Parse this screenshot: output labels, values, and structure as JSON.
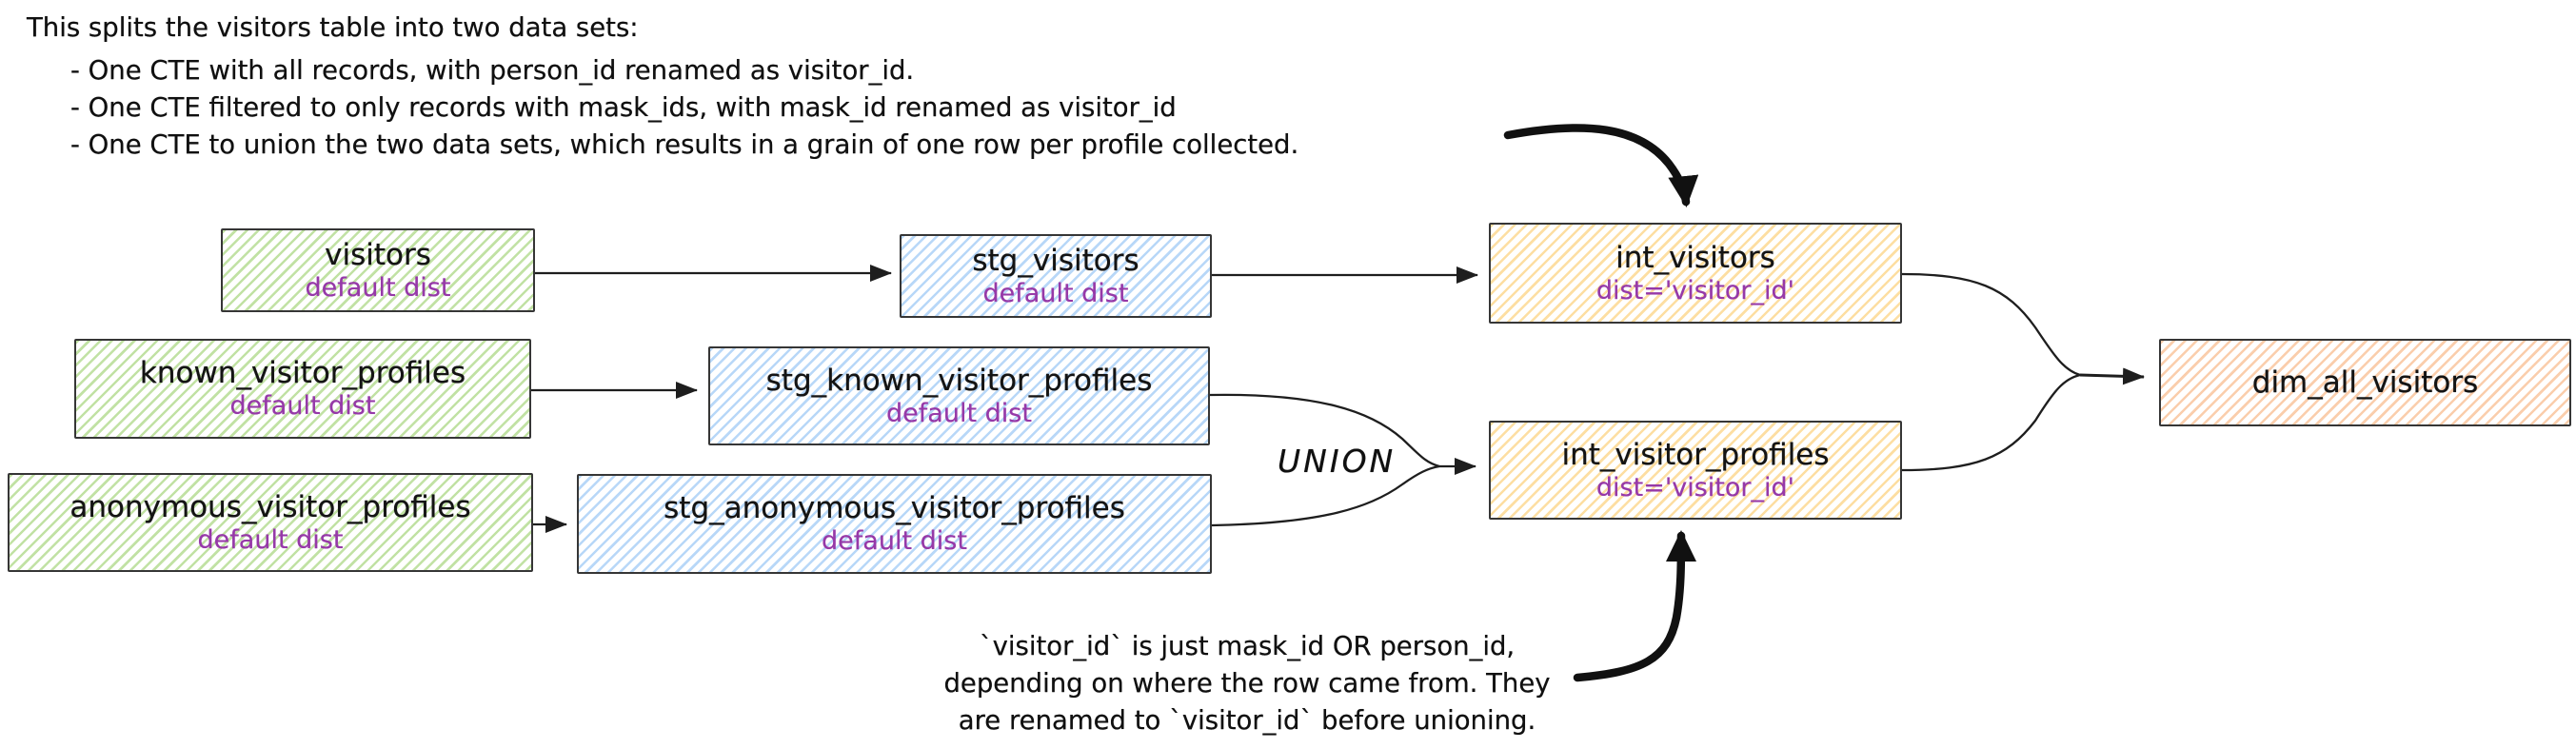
{
  "annotations": {
    "top_note": {
      "heading": "This splits the visitors table into two data sets:",
      "bullets": [
        "- One CTE with all records, with person_id renamed as visitor_id.",
        "- One CTE filtered to only records with mask_ids, with mask_id renamed as visitor_id",
        "- One CTE to union the two data sets, which results in a grain of one row per profile collected."
      ]
    },
    "bottom_note": {
      "lines": [
        "`visitor_id` is just mask_id OR person_id,",
        "depending on where the row came from. They",
        "are renamed to `visitor_id` before unioning."
      ]
    },
    "union_label": "UNION"
  },
  "nodes": {
    "visitors": {
      "title": "visitors",
      "subtitle": "default dist",
      "palette": "green"
    },
    "known_visitor_profiles": {
      "title": "known_visitor_profiles",
      "subtitle": "default dist",
      "palette": "green"
    },
    "anonymous_visitor_profiles": {
      "title": "anonymous_visitor_profiles",
      "subtitle": "default dist",
      "palette": "green"
    },
    "stg_visitors": {
      "title": "stg_visitors",
      "subtitle": "default dist",
      "palette": "blue"
    },
    "stg_known_visitor_profiles": {
      "title": "stg_known_visitor_profiles",
      "subtitle": "default dist",
      "palette": "blue"
    },
    "stg_anonymous_visitor_profiles": {
      "title": "stg_anonymous_visitor_profiles",
      "subtitle": "default dist",
      "palette": "blue"
    },
    "int_visitors": {
      "title": "int_visitors",
      "subtitle": "dist='visitor_id'",
      "palette": "yellow"
    },
    "int_visitor_profiles": {
      "title": "int_visitor_profiles",
      "subtitle": "dist='visitor_id'",
      "palette": "yellow"
    },
    "dim_all_visitors": {
      "title": "dim_all_visitors",
      "palette": "orange"
    }
  },
  "edges": [
    {
      "from": "visitors",
      "to": "stg_visitors"
    },
    {
      "from": "known_visitor_profiles",
      "to": "stg_known_visitor_profiles"
    },
    {
      "from": "anonymous_visitor_profiles",
      "to": "stg_anonymous_visitor_profiles"
    },
    {
      "from": "stg_visitors",
      "to": "int_visitors"
    },
    {
      "from": "stg_known_visitor_profiles",
      "to": "int_visitor_profiles",
      "label": "UNION"
    },
    {
      "from": "stg_anonymous_visitor_profiles",
      "to": "int_visitor_profiles",
      "label": "UNION"
    },
    {
      "from": "int_visitors",
      "to": "dim_all_visitors"
    },
    {
      "from": "int_visitor_profiles",
      "to": "dim_all_visitors"
    },
    {
      "from": "top_note",
      "to": "int_visitors",
      "style": "thick"
    },
    {
      "from": "bottom_note",
      "to": "int_visitor_profiles",
      "style": "thick"
    }
  ],
  "colors": {
    "stroke": "#1e1e1e",
    "green_hatch": "#84c44a",
    "blue_hatch": "#72b0f0",
    "yellow_hatch": "#fab731",
    "orange_hatch": "#f59146",
    "subtitle_purple": "#9639a8",
    "background": "#ffffff"
  }
}
